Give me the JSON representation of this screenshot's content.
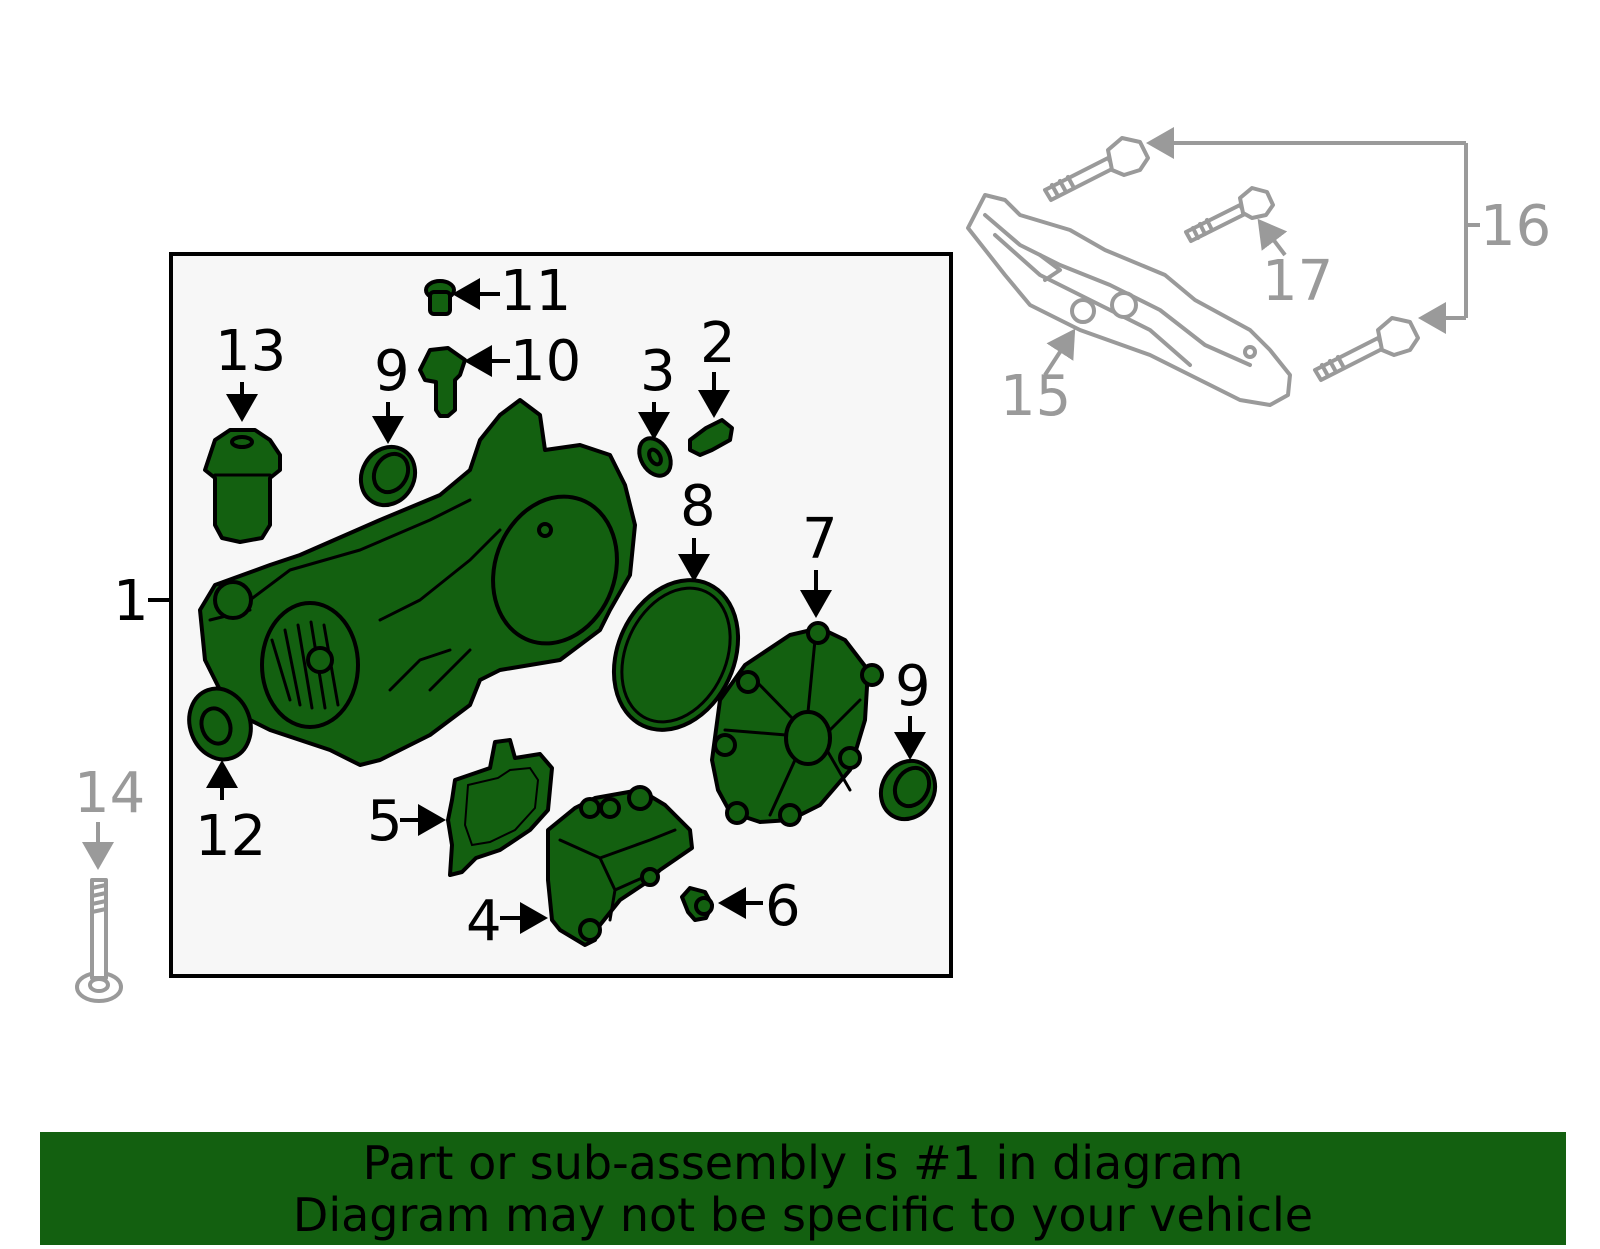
{
  "diagram": {
    "callouts": {
      "c1": "1",
      "c2": "2",
      "c3": "3",
      "c4": "4",
      "c5": "5",
      "c6": "6",
      "c7": "7",
      "c8": "8",
      "c9a": "9",
      "c9b": "9",
      "c10": "10",
      "c11": "11",
      "c12": "12",
      "c13": "13",
      "c14": "14",
      "c15": "15",
      "c16": "16",
      "c17": "17"
    },
    "colors": {
      "highlight": "#136010",
      "outline": "#000000",
      "muted": "#9a9a9a",
      "panel": "#f7f7f7"
    }
  },
  "banner": {
    "line1": "Part or sub-assembly is #1 in diagram",
    "line2": "Diagram may not be specific to your vehicle"
  }
}
